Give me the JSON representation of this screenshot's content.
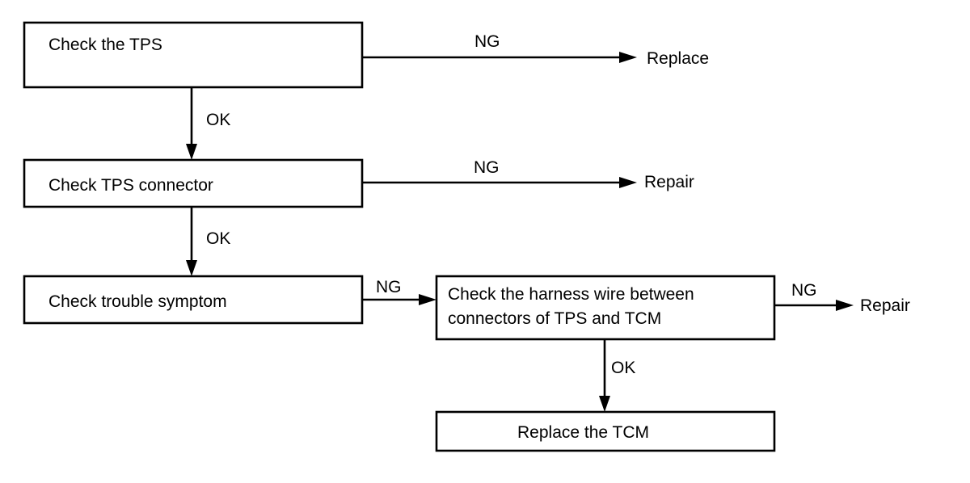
{
  "flowchart": {
    "steps": {
      "check_tps": "Check the TPS",
      "check_connector": "Check TPS connector",
      "check_symptom": "Check trouble symptom",
      "check_harness_line1": "Check the harness wire between",
      "check_harness_line2": "connectors of TPS and TCM",
      "replace_tcm": "Replace the TCM"
    },
    "outcomes": {
      "replace": "Replace",
      "repair_connector": "Repair",
      "repair_harness": "Repair"
    },
    "edge_labels": {
      "tps_ng": "NG",
      "tps_ok": "OK",
      "connector_ng": "NG",
      "connector_ok": "OK",
      "symptom_ng": "NG",
      "harness_ng": "NG",
      "harness_ok": "OK"
    }
  }
}
